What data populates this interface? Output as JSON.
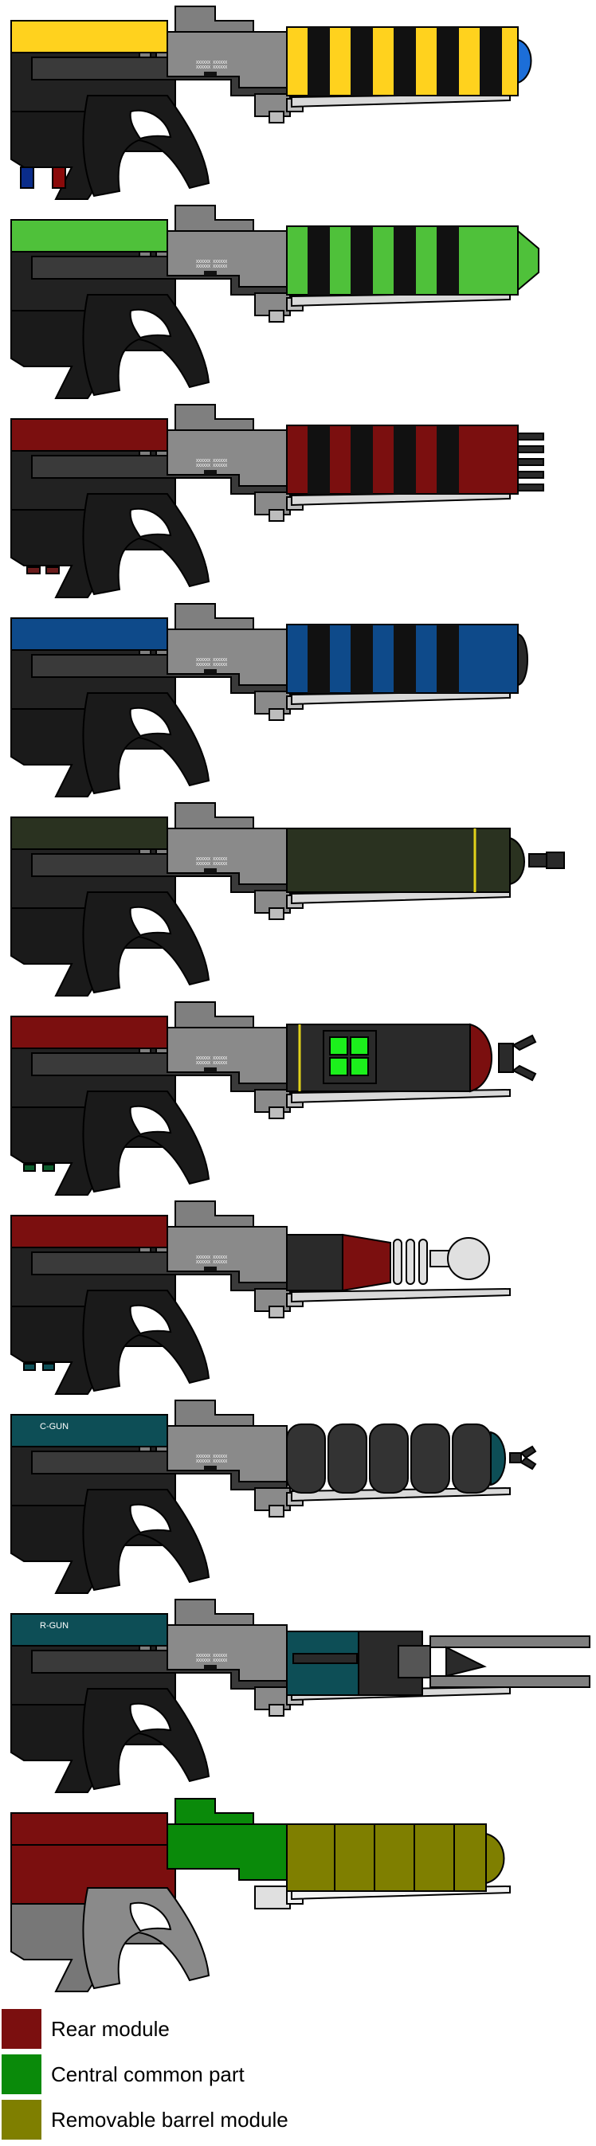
{
  "variants": [
    {
      "id": "v1",
      "accent": "#ffd21e",
      "barrel": "yellow-black-striped",
      "front": "blue-cap-dome",
      "extras": "blue-red-plugs"
    },
    {
      "id": "v2",
      "accent": "#4fc13a",
      "barrel": "green-black-striped",
      "front": "flared-nozzle",
      "extras": "none"
    },
    {
      "id": "v3",
      "accent": "#7b0f0f",
      "barrel": "red-black-striped",
      "front": "multi-prong",
      "extras": "red-pads"
    },
    {
      "id": "v4",
      "accent": "#0e4a8a",
      "barrel": "blue-black-striped",
      "front": "rounded-cap",
      "extras": "none"
    },
    {
      "id": "v5",
      "accent": "#2a3220",
      "barrel": "olive-tube",
      "front": "ring-clamp",
      "extras": "none"
    },
    {
      "id": "v6",
      "accent": "#7b0f0f",
      "barrel": "green-window-module",
      "front": "claw",
      "extras": "green-pads"
    },
    {
      "id": "v7",
      "accent": "#7b0f0f",
      "barrel": "red-bulb-with-coils",
      "front": "glass-orb",
      "extras": "teal-pads"
    },
    {
      "id": "v8",
      "accent": "#0d4e56",
      "barrel": "segmented-gray",
      "front": "teal-cap-claw",
      "extras": "none",
      "tag": "C-GUN"
    },
    {
      "id": "v9",
      "accent": "#0d4e56",
      "barrel": "rail-prongs",
      "front": "long-rails",
      "extras": "none",
      "tag": "R-GUN"
    },
    {
      "id": "v10",
      "accent": "#7b0f0f",
      "barrel": "olive-segmented",
      "front": "olive-cap",
      "extras": "module-colored"
    }
  ],
  "legend": [
    {
      "color": "#7b0f0f",
      "label": "Rear module"
    },
    {
      "color": "#0a8a0a",
      "label": "Central common part"
    },
    {
      "color": "#7f7f00",
      "label": "Removable barrel module"
    }
  ]
}
